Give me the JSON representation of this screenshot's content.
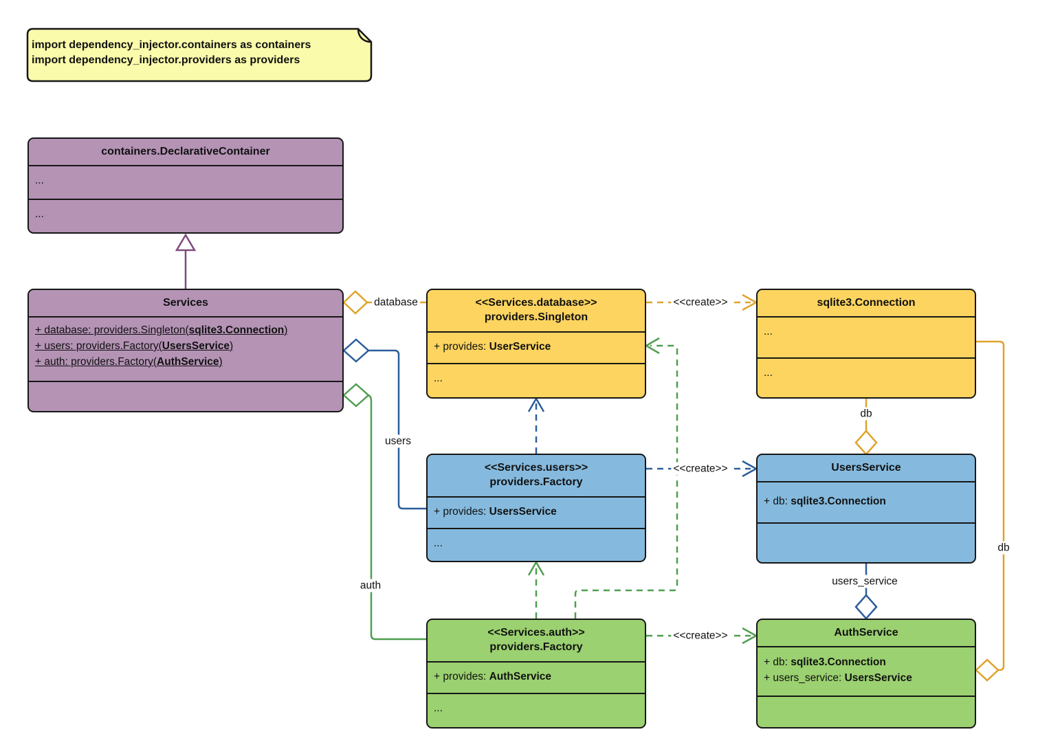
{
  "colors": {
    "purple_fill": "#b493b5",
    "purple_line": "#7e4a7e",
    "yellow_fill": "#fcd45f",
    "yellow_line": "#dfa32b",
    "blue_fill": "#85bade",
    "blue_line": "#2b5d9b",
    "green_fill": "#9bd170",
    "green_line": "#4f9e4f",
    "note_fill": "#fafbab",
    "border": "#161616"
  },
  "note": {
    "line1": "import dependency_injector.containers as containers",
    "line2": "import dependency_injector.providers as providers"
  },
  "classes": {
    "declarative_container": {
      "title": "containers.DeclarativeContainer",
      "section1": "...",
      "section2": "..."
    },
    "services": {
      "title": "Services",
      "attrs": [
        {
          "prefix": "+ database: providers.Singleton(",
          "bold": "sqlite3.Connection",
          "suffix": ")"
        },
        {
          "prefix": "+ users: providers.Factory(",
          "bold": "UsersService",
          "suffix": ")"
        },
        {
          "prefix": "+ auth: providers.Factory(",
          "bold": "AuthService",
          "suffix": ")"
        }
      ]
    },
    "singleton": {
      "stereotype": "<<Services.database>>",
      "title": "providers.Singleton",
      "provides_prefix": "+ provides: ",
      "provides_bold": "UserService",
      "more": "..."
    },
    "sqlite_connection": {
      "title": "sqlite3.Connection",
      "section1": "...",
      "section2": "..."
    },
    "users_factory": {
      "stereotype": "<<Services.users>>",
      "title": "providers.Factory",
      "provides_prefix": "+ provides: ",
      "provides_bold": "UsersService",
      "more": "..."
    },
    "users_service": {
      "title": "UsersService",
      "attr_prefix": "+ db: ",
      "attr_bold": "sqlite3.Connection"
    },
    "auth_factory": {
      "stereotype": "<<Services.auth>>",
      "title": "providers.Factory",
      "provides_prefix": "+ provides: ",
      "provides_bold": "AuthService",
      "more": "..."
    },
    "auth_service": {
      "title": "AuthService",
      "attr1_prefix": "+ db: ",
      "attr1_bold": "sqlite3.Connection",
      "attr2_prefix": "+ users_service: ",
      "attr2_bold": "UsersService"
    }
  },
  "edges": {
    "database_label": "database",
    "users_label": "users",
    "auth_label": "auth",
    "create_database_label": "<<create>>",
    "create_users_label": "<<create>>",
    "create_auth_label": "<<create>>",
    "db_vertical_label": "db",
    "users_service_label": "users_service",
    "db_right_label": "db"
  }
}
